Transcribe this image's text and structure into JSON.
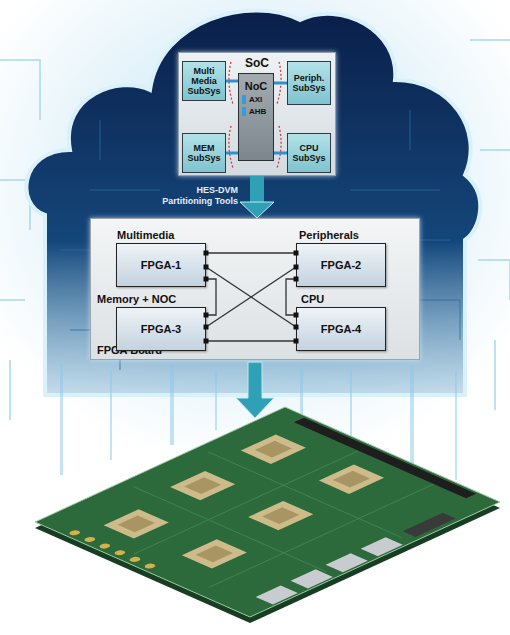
{
  "diagram": {
    "nodes": [
      {
        "text": [
          "SoC"
        ]
      },
      {
        "text": [
          "Multi Media SubSys"
        ],
        "in": 0
      },
      {
        "text": [
          "Periph. SubSys"
        ],
        "in": 0
      },
      {
        "text": [
          "NoC",
          "AXI",
          "AHB"
        ],
        "in": 0
      },
      {
        "text": [
          "MEM SubSys"
        ],
        "in": 0
      },
      {
        "text": [
          "CPU SubSys"
        ],
        "in": 0
      },
      {
        "text": [
          "FPGA Board"
        ]
      },
      {
        "text": [
          "Multimedia",
          "FPGA-1"
        ],
        "in": 6
      },
      {
        "text": [
          "Peripherals",
          "FPGA-2"
        ],
        "in": 6
      },
      {
        "text": [
          "Memory + NOC",
          "FPGA-3"
        ],
        "in": 6
      },
      {
        "text": [
          "CPU",
          "FPGA-4"
        ],
        "in": 6
      }
    ],
    "edges": [
      {
        "from": 1,
        "to": 3,
        "arrow": "none"
      },
      {
        "from": 2,
        "to": 3,
        "arrow": "none"
      },
      {
        "from": 4,
        "to": 3,
        "arrow": "none"
      },
      {
        "from": 5,
        "to": 3,
        "arrow": "none"
      },
      {
        "from": 0,
        "to": 6,
        "label": "HES-DVM Partitioning Tools",
        "arrow": "to"
      },
      {
        "from": 7,
        "to": 8,
        "arrow": "none"
      },
      {
        "from": 9,
        "to": 10,
        "arrow": "none"
      },
      {
        "from": 7,
        "to": 9,
        "arrow": "none"
      },
      {
        "from": 8,
        "to": 10,
        "arrow": "none"
      },
      {
        "from": 7,
        "to": 10,
        "arrow": "none"
      },
      {
        "from": 8,
        "to": 9,
        "arrow": "none"
      }
    ]
  }
}
